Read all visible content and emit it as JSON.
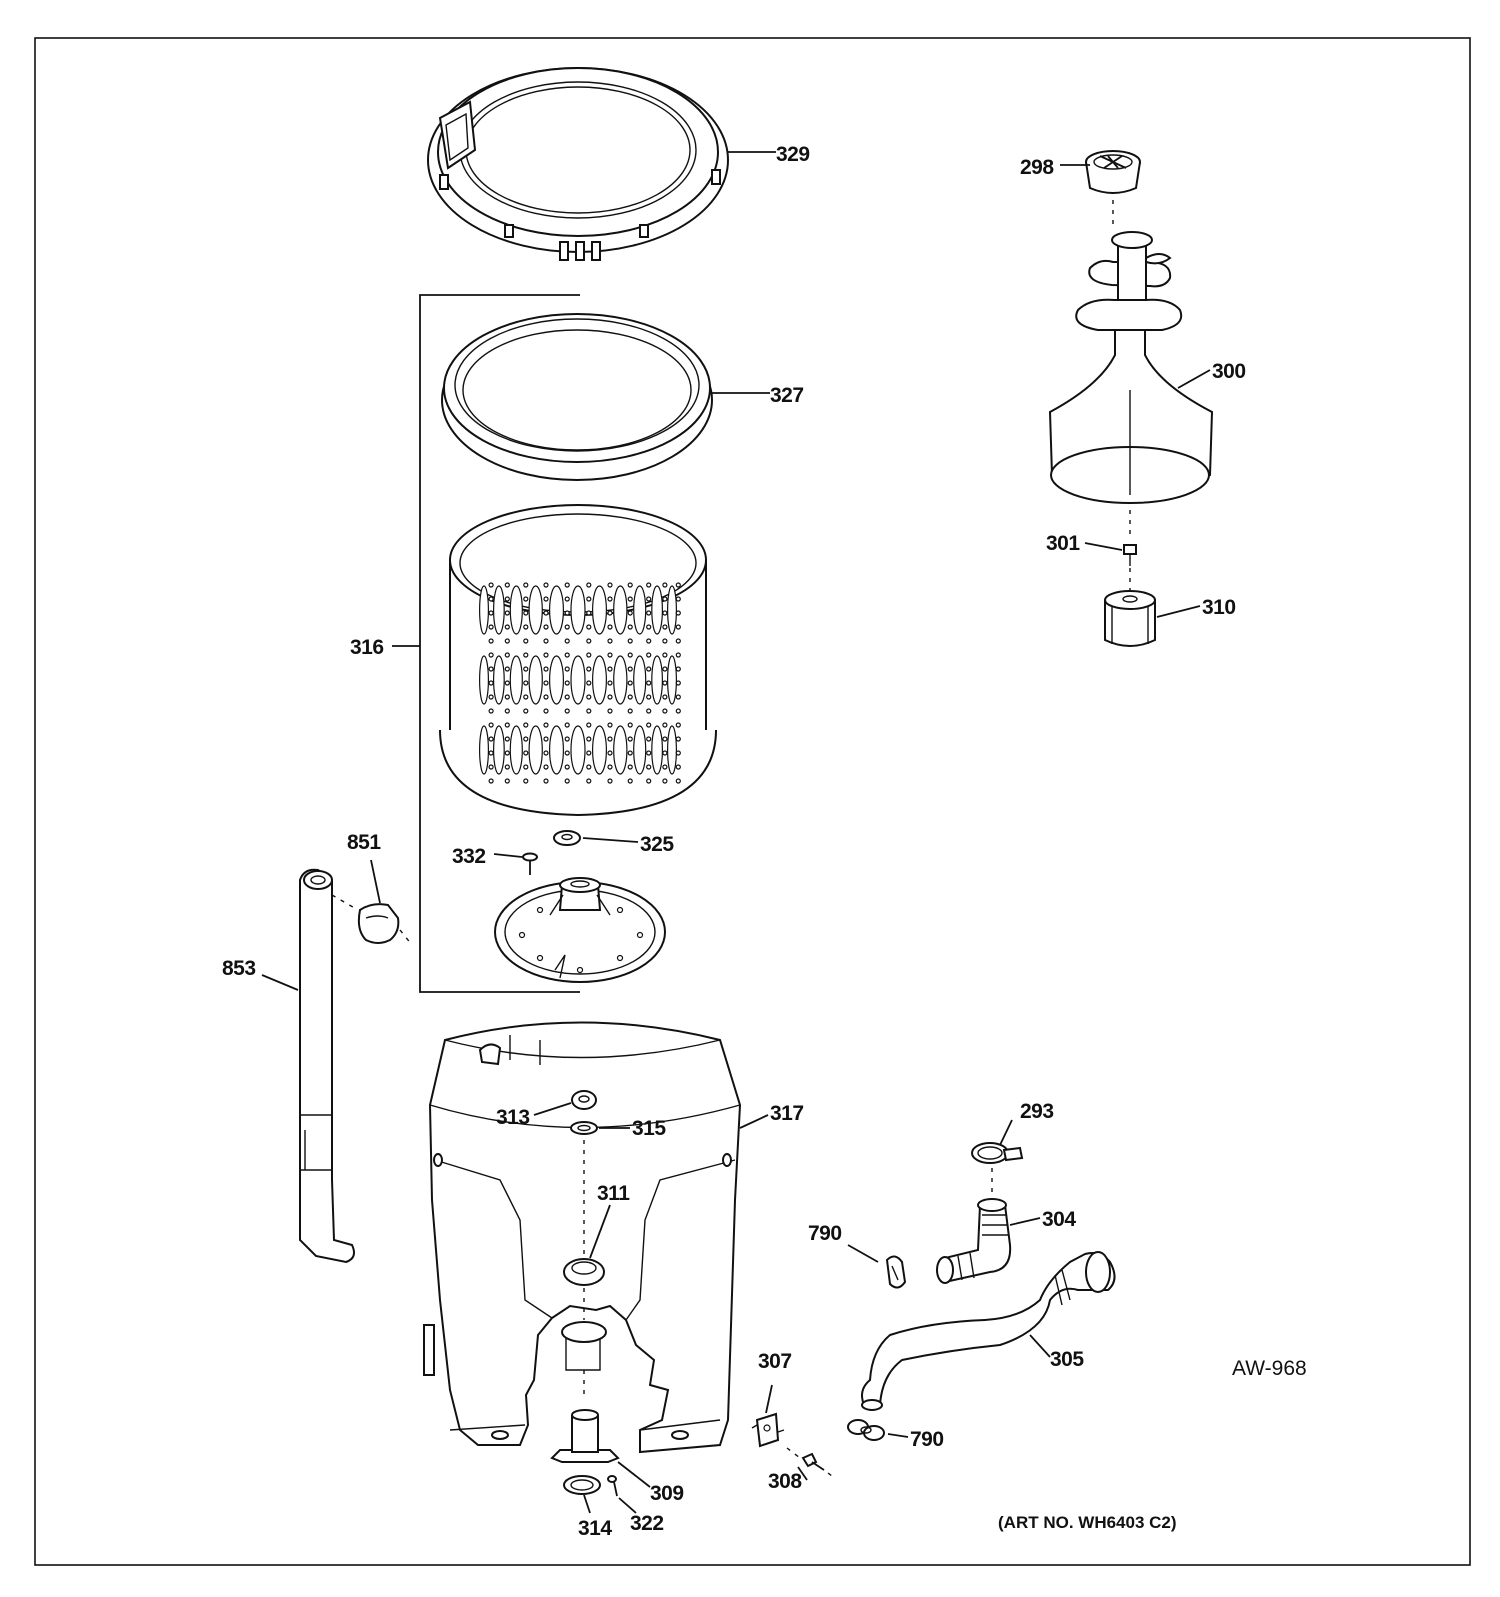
{
  "callouts": [
    {
      "id": "329",
      "text": "329"
    },
    {
      "id": "298",
      "text": "298"
    },
    {
      "id": "327",
      "text": "327"
    },
    {
      "id": "300",
      "text": "300"
    },
    {
      "id": "301",
      "text": "301"
    },
    {
      "id": "310",
      "text": "310"
    },
    {
      "id": "316",
      "text": "316"
    },
    {
      "id": "851",
      "text": "851"
    },
    {
      "id": "332",
      "text": "332"
    },
    {
      "id": "325",
      "text": "325"
    },
    {
      "id": "853",
      "text": "853"
    },
    {
      "id": "313",
      "text": "313"
    },
    {
      "id": "315",
      "text": "315"
    },
    {
      "id": "317",
      "text": "317"
    },
    {
      "id": "293",
      "text": "293"
    },
    {
      "id": "311",
      "text": "311"
    },
    {
      "id": "304",
      "text": "304"
    },
    {
      "id": "790a",
      "text": "790"
    },
    {
      "id": "305",
      "text": "305"
    },
    {
      "id": "307",
      "text": "307"
    },
    {
      "id": "790b",
      "text": "790"
    },
    {
      "id": "308",
      "text": "308"
    },
    {
      "id": "309",
      "text": "309"
    },
    {
      "id": "314",
      "text": "314"
    },
    {
      "id": "322",
      "text": "322"
    }
  ],
  "art_code": "AW-968",
  "art_number": "(ART NO. WH6403 C2)"
}
